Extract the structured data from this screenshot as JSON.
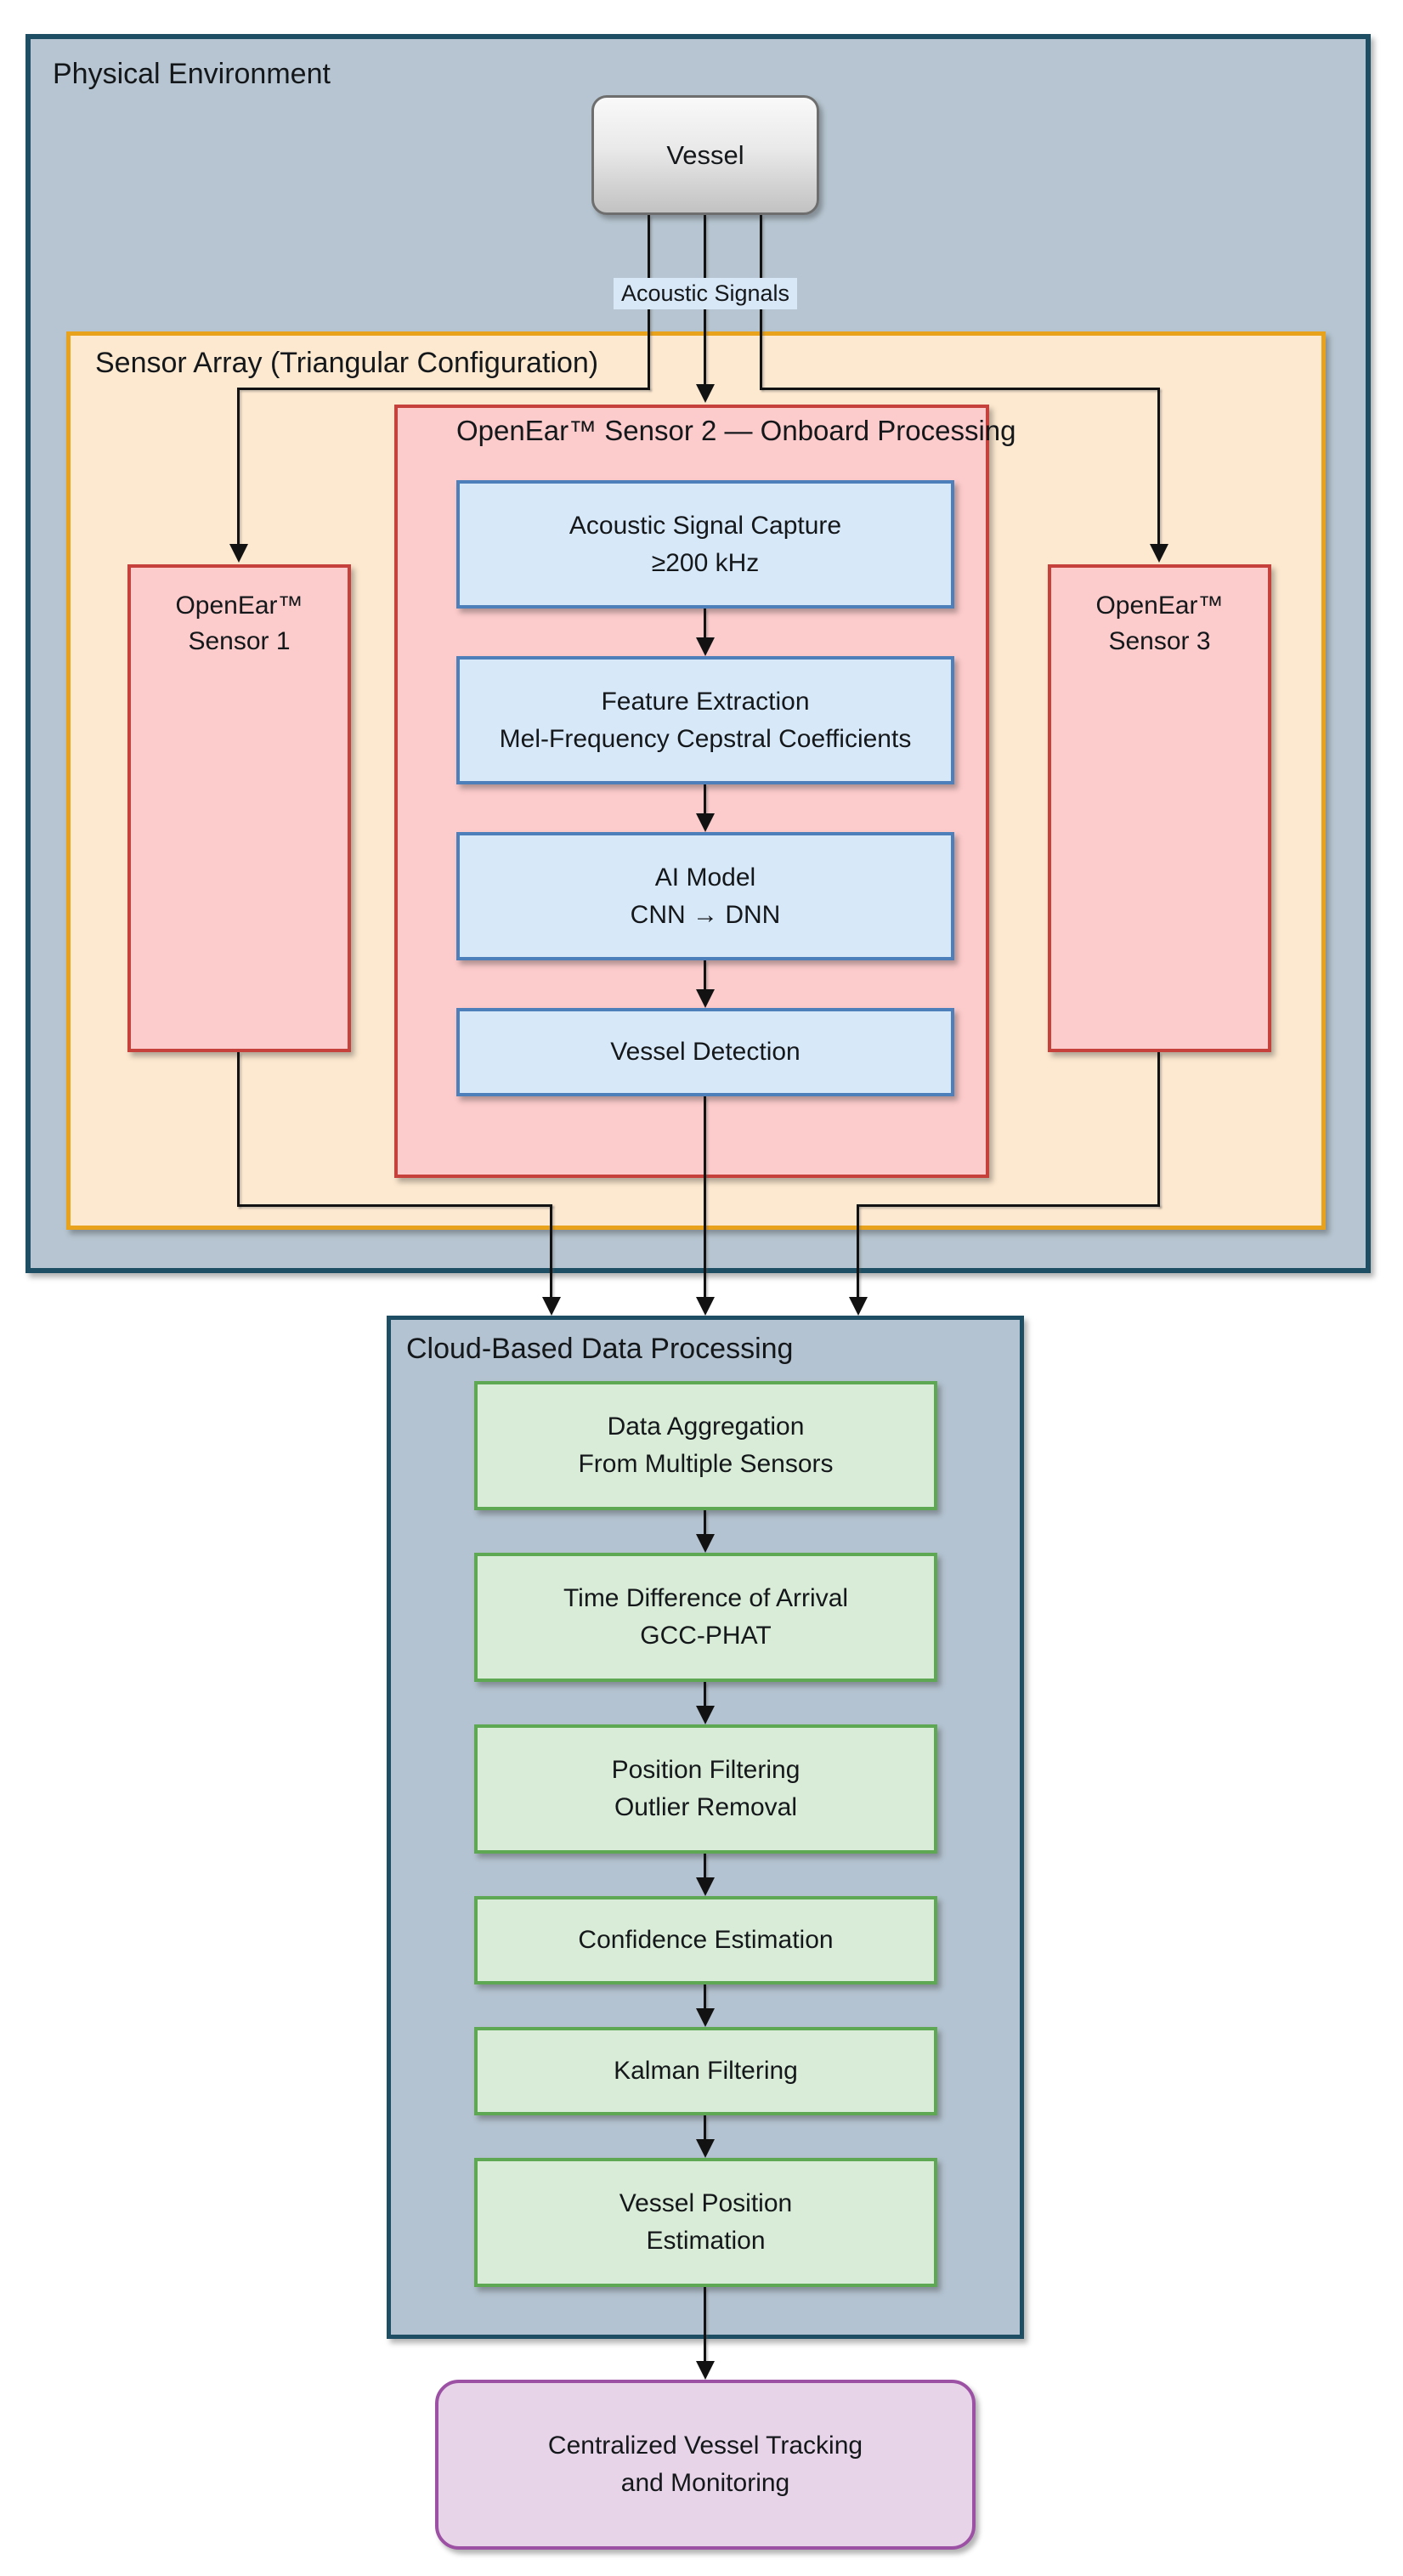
{
  "colors": {
    "canvas-bg": "#ffffff",
    "env-fill": "#b6c5d1",
    "env-border": "#1d4e63",
    "array-fill": "#fde9d0",
    "array-border": "#e9a21c",
    "sensor-fill": "#fccbcb",
    "sensor-border": "#c6413c",
    "step-blue-fill": "#d7e8f9",
    "step-blue-border": "#4d80bb",
    "cloud-fill": "#b4c3d1",
    "cloud-border": "#1d4e63",
    "step-green-fill": "#d9ecd7",
    "step-green-border": "#5ea854",
    "output-fill": "#e7d4e9",
    "output-border": "#9c51a4",
    "vessel-top": "#f9f9f9",
    "vessel-bottom": "#c2c2c2",
    "vessel-border": "#6e6e6e",
    "signal-bg": "#d9e8f7",
    "line-color": "#121212",
    "text-color": "#15181b"
  },
  "physical_environment": {
    "title": "Physical Environment"
  },
  "vessel": {
    "label": "Vessel"
  },
  "signals": {
    "label": "Acoustic Signals"
  },
  "sensor_array": {
    "title": "Sensor Array (Triangular Configuration)"
  },
  "sensor1": {
    "line1": "OpenEar™",
    "line2": "Sensor 1"
  },
  "sensor3": {
    "line1": "OpenEar™",
    "line2": "Sensor 3"
  },
  "sensor2": {
    "title": "OpenEar™ Sensor 2 — Onboard Processing",
    "steps": [
      {
        "line1": "Acoustic Signal Capture",
        "line2": "≥200 kHz"
      },
      {
        "line1": "Feature Extraction",
        "line2": "Mel-Frequency Cepstral Coefficients"
      },
      {
        "line1": "AI Model",
        "line2": "CNN → DNN"
      },
      {
        "line1": "Vessel Detection"
      }
    ]
  },
  "cloud": {
    "title": "Cloud-Based Data Processing",
    "steps": [
      {
        "line1": "Data Aggregation",
        "line2": "From Multiple Sensors"
      },
      {
        "line1": "Time Difference of Arrival",
        "line2": "GCC-PHAT"
      },
      {
        "line1": "Position Filtering",
        "line2": "Outlier Removal"
      },
      {
        "line1": "Confidence Estimation"
      },
      {
        "line1": "Kalman Filtering"
      },
      {
        "line1": "Vessel Position",
        "line2": "Estimation"
      }
    ]
  },
  "output": {
    "line1": "Centralized Vessel Tracking",
    "line2": "and Monitoring"
  }
}
